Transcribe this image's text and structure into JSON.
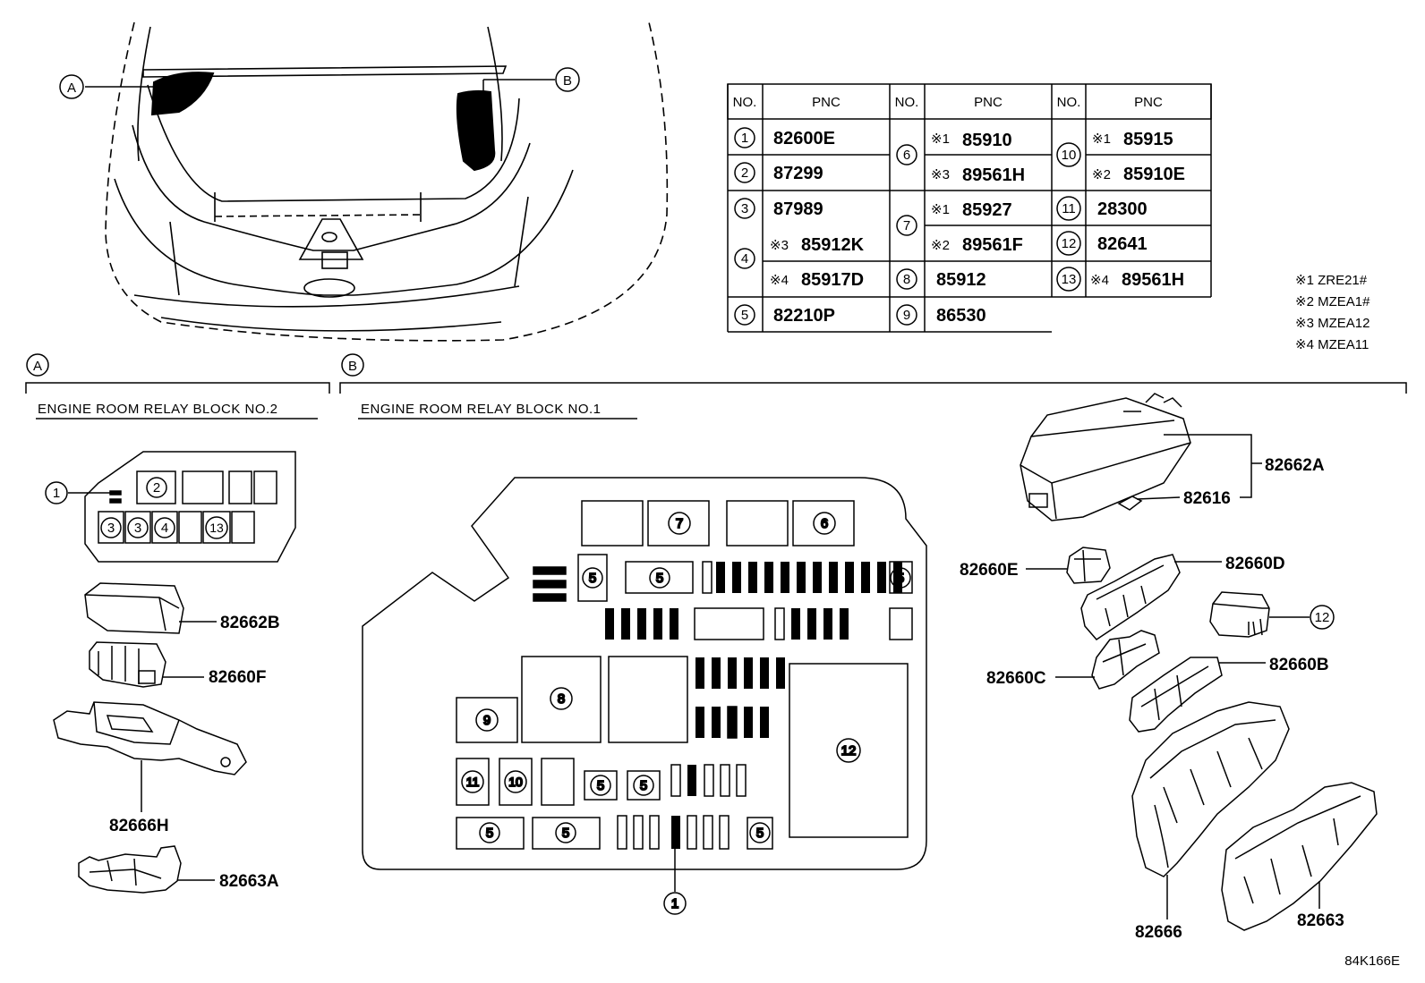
{
  "diagram": {
    "location_labels": {
      "a": "A",
      "b": "B"
    },
    "section_titles": {
      "block_no2": "ENGINE ROOM RELAY BLOCK NO.2",
      "block_no1": "ENGINE ROOM RELAY BLOCK NO.1"
    },
    "table": {
      "headers": {
        "no": "NO.",
        "pnc": "PNC"
      },
      "col1": [
        {
          "no": "1",
          "pnc": "82600E"
        },
        {
          "no": "2",
          "pnc": "87299"
        },
        {
          "no": "3",
          "pnc": "87989"
        },
        {
          "no": "4",
          "mark1": "※3",
          "pnc1": "85912K",
          "mark2": "※4",
          "pnc2": "85917D"
        },
        {
          "no": "5",
          "pnc": "82210P"
        }
      ],
      "col2": [
        {
          "no": "6",
          "mark1": "※1",
          "pnc1": "85910",
          "mark2": "※3",
          "pnc2": "89561H"
        },
        {
          "no": "7",
          "mark1": "※1",
          "pnc1": "85927",
          "mark2": "※2",
          "pnc2": "89561F"
        },
        {
          "no": "8",
          "pnc": "85912"
        },
        {
          "no": "9",
          "pnc": "86530"
        }
      ],
      "col3": [
        {
          "no": "10",
          "mark1": "※1",
          "pnc1": "85915",
          "mark2": "※2",
          "pnc2": "85910E"
        },
        {
          "no": "11",
          "pnc": "28300"
        },
        {
          "no": "12",
          "pnc": "82641"
        },
        {
          "no": "13",
          "mark": "※4",
          "pnc": "89561H"
        }
      ]
    },
    "notes": [
      "※1 ZRE21#",
      "※2 MZEA1#",
      "※3 MZEA12",
      "※4 MZEA11"
    ],
    "parts_no2": {
      "p1": "82662B",
      "p2": "82660F",
      "p3": "82666H",
      "p4": "82663A",
      "callouts": {
        "one": "1",
        "two": "2",
        "three": "3",
        "four": "4",
        "thirteen": "13"
      }
    },
    "parts_no1": {
      "p1": "82662A",
      "p2": "82616",
      "p3": "82660E",
      "p4": "82660D",
      "p5": "82660C",
      "p6": "82660B",
      "p7": "82666",
      "p8": "82663",
      "p12": "12"
    },
    "block_no1_callouts": {
      "one": "1",
      "five": "5",
      "six": "6",
      "seven": "7",
      "eight": "8",
      "nine": "9",
      "ten": "10",
      "eleven": "11",
      "twelve": "12"
    },
    "figure_code": "84K166E"
  }
}
